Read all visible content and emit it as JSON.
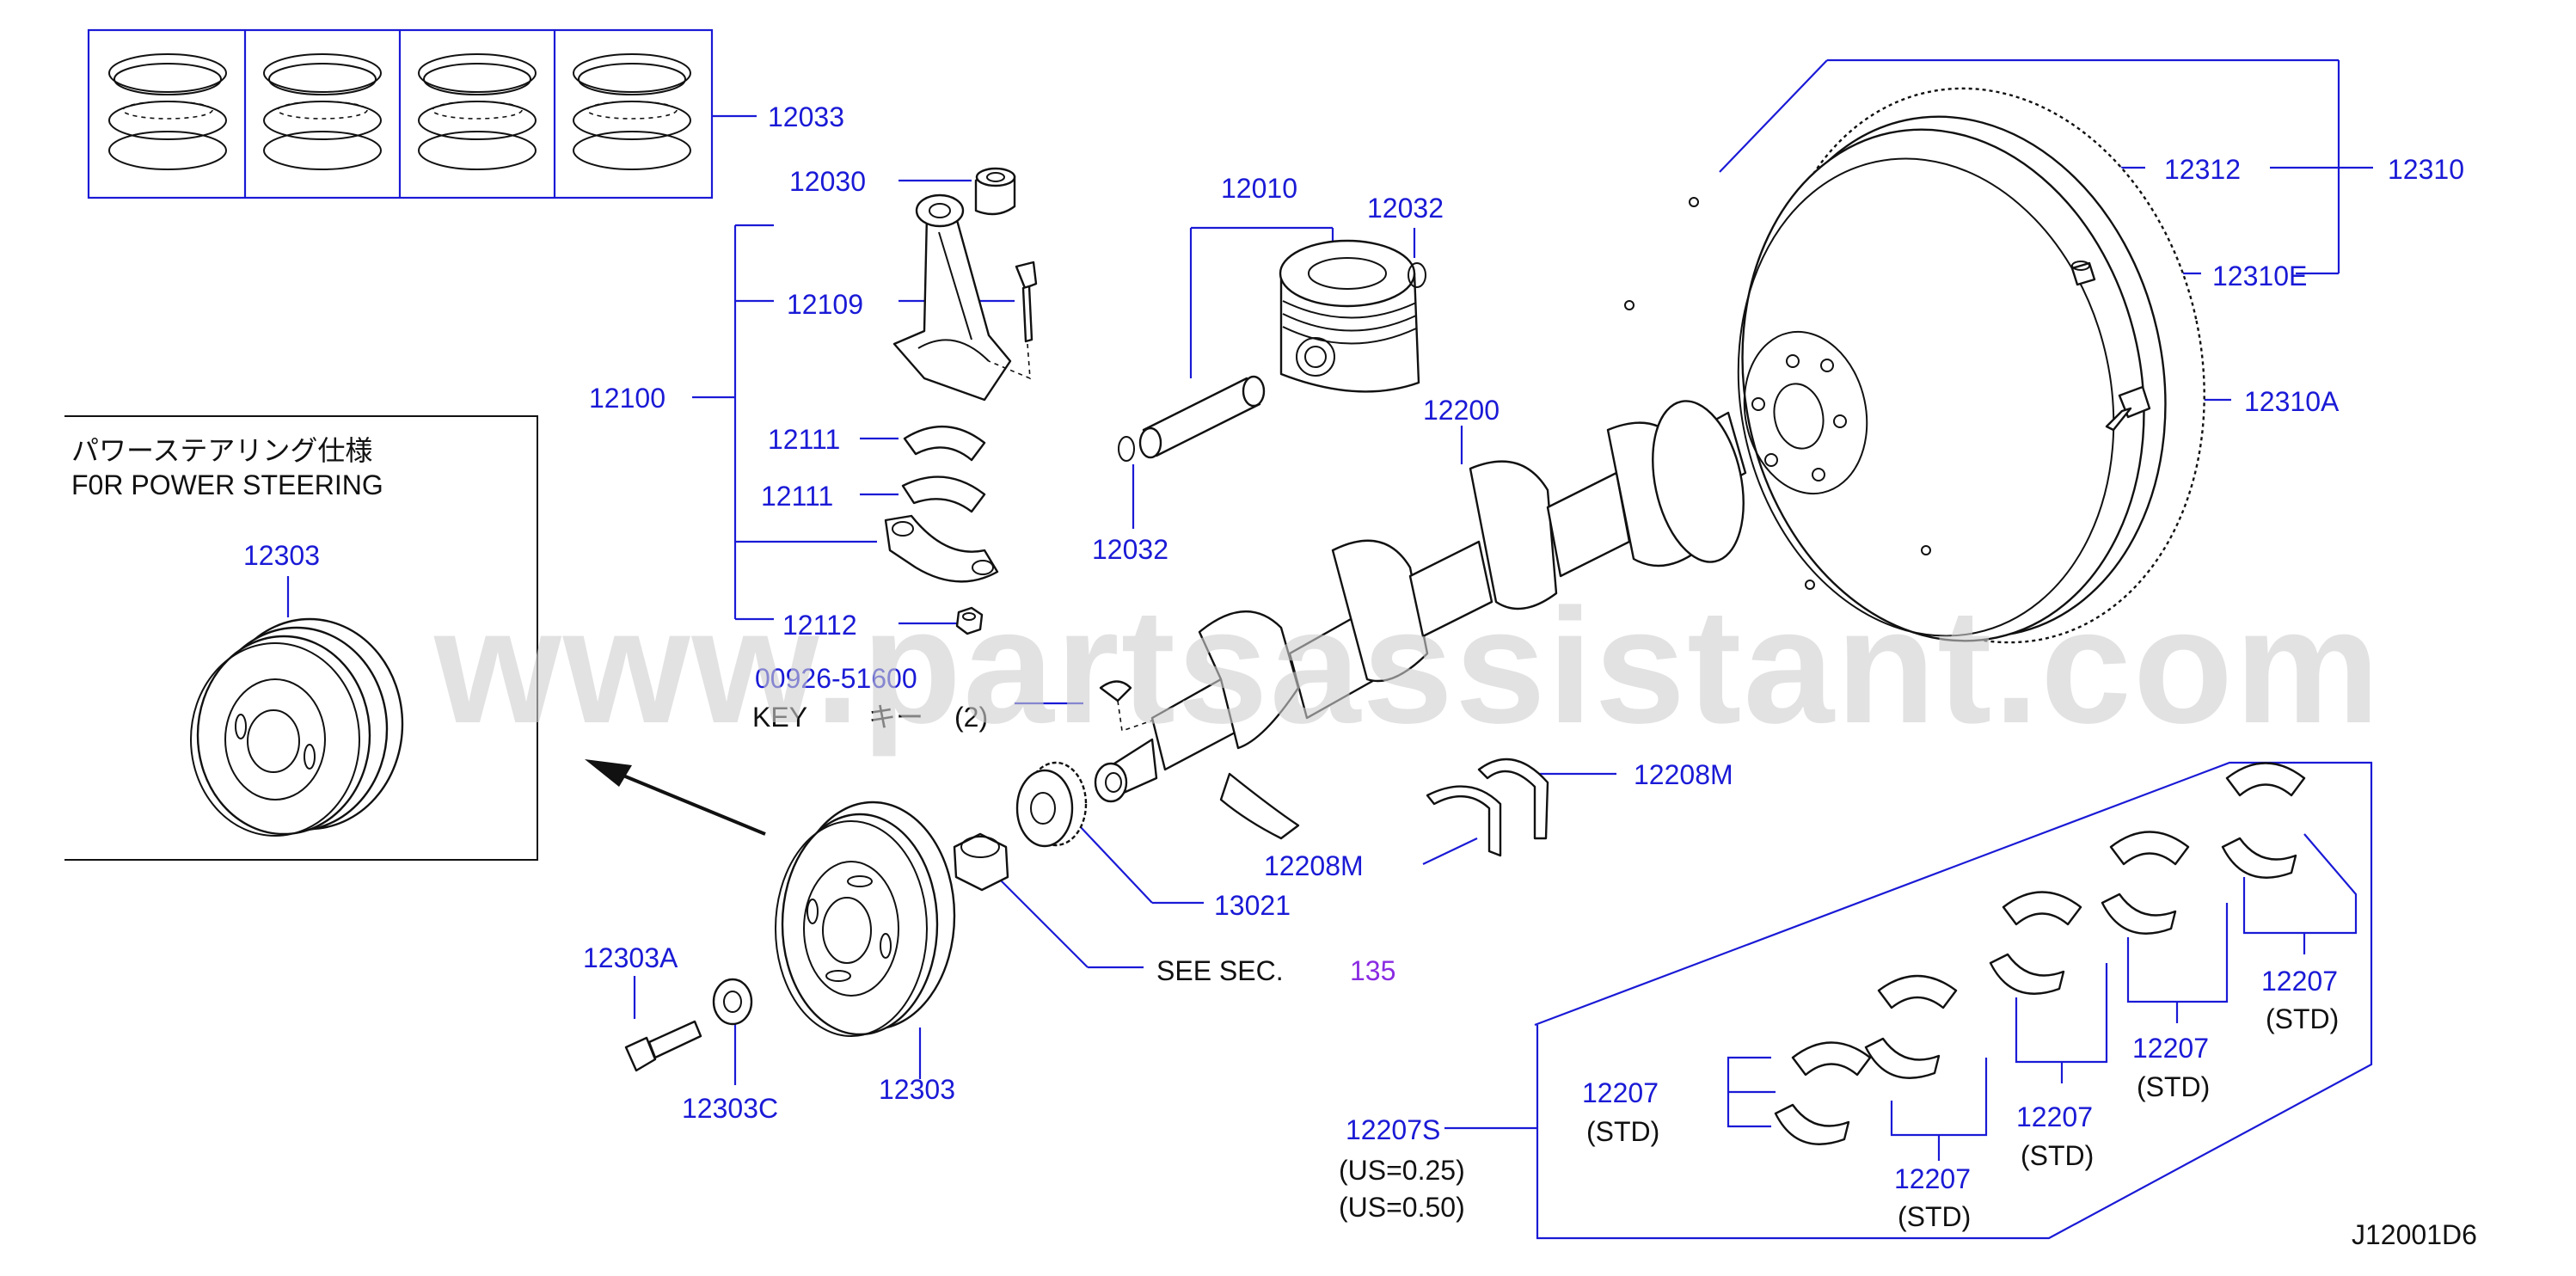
{
  "watermark": "www.partsassistant.com",
  "diagram_code": "J12001D6",
  "inset": {
    "title_jp": "パワーステアリング仕様",
    "title_en": "F0R  POWER  STEERING",
    "part": "12303"
  },
  "labels": {
    "p12033": "12033",
    "p12030": "12030",
    "p12109": "12109",
    "p12100": "12100",
    "p12111a": "12111",
    "p12111b": "12111",
    "p12112": "12112",
    "p00926": "00926-51600",
    "key_text": "KEY",
    "key_jp": "キー",
    "key_qty": "(2)",
    "p12010": "12010",
    "p12032a": "12032",
    "p12032b": "12032",
    "p12200": "12200",
    "p12312": "12312",
    "p12310": "12310",
    "p12310E": "12310E",
    "p12310A": "12310A",
    "p12208Ma": "12208M",
    "p12208Mb": "12208M",
    "p13021": "13021",
    "see_sec": "SEE   SEC.",
    "sec_num": "135",
    "p12303A": "12303A",
    "p12303C": "12303C",
    "p12303": "12303",
    "p12207S": "12207S",
    "us025": "(US=0.25)",
    "us050": "(US=0.50)",
    "p12207_1": "12207",
    "std_1": "(STD)",
    "p12207_2": "12207",
    "std_2": "(STD)",
    "p12207_3": "12207",
    "std_3": "(STD)",
    "p12207_4": "12207",
    "std_4": "(STD)",
    "p12207_5": "12207",
    "std_5": "(STD)"
  },
  "colors": {
    "label": "#1a1ad6",
    "section_ref": "#8a2be2",
    "line_art": "#111111",
    "watermark": "#cfcfcf"
  }
}
